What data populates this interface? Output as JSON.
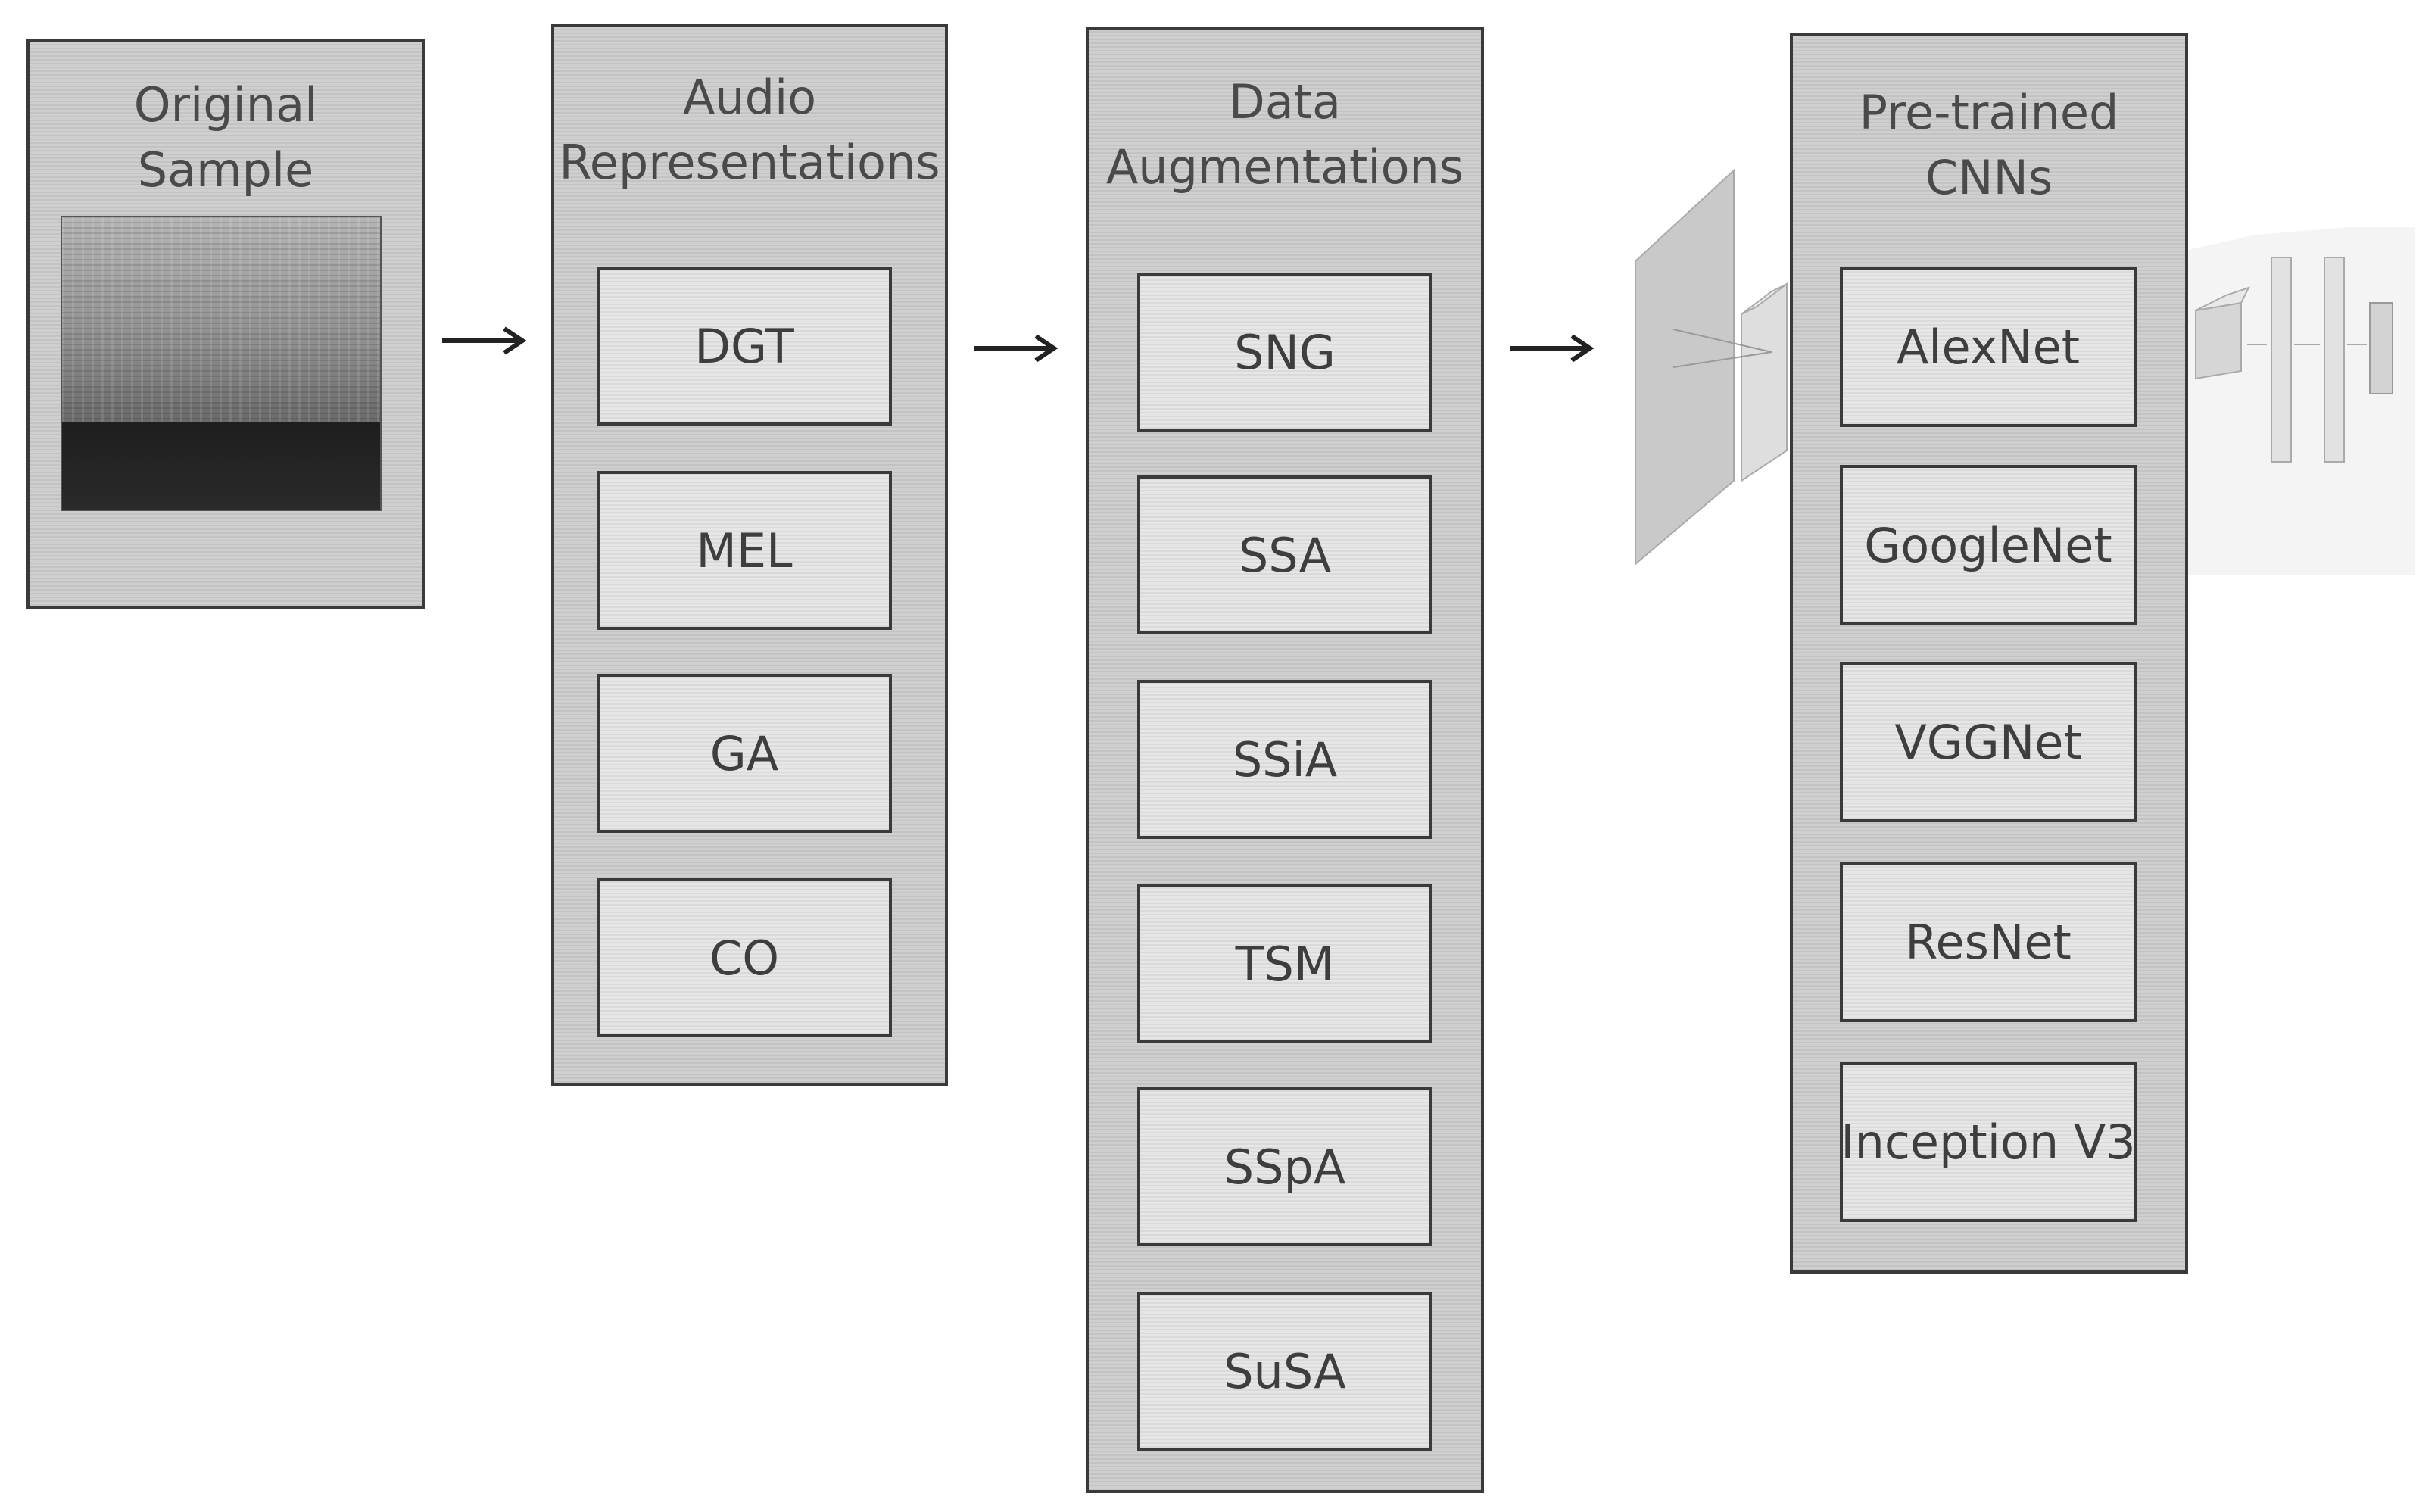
{
  "panels": {
    "original": {
      "title_line1": "Original",
      "title_line2": "Sample"
    },
    "audio": {
      "title_line1": "Audio",
      "title_line2": "Representations",
      "items": [
        "DGT",
        "MEL",
        "GA",
        "CO"
      ]
    },
    "augment": {
      "title_line1": "Data",
      "title_line2": "Augmentations",
      "items": [
        "SNG",
        "SSA",
        "SSiA",
        "TSM",
        "SSpA",
        "SuSA"
      ]
    },
    "cnn": {
      "title_line1": "Pre-trained",
      "title_line2": "CNNs",
      "items": [
        "AlexNet",
        "GoogleNet",
        "VGGNet",
        "ResNet",
        "Inception V3"
      ]
    }
  },
  "colors": {
    "panel_fill": "#cfcfcf",
    "item_fill": "#e6e6e6",
    "border": "#3a3a3a",
    "text": "#3e3e3e"
  }
}
